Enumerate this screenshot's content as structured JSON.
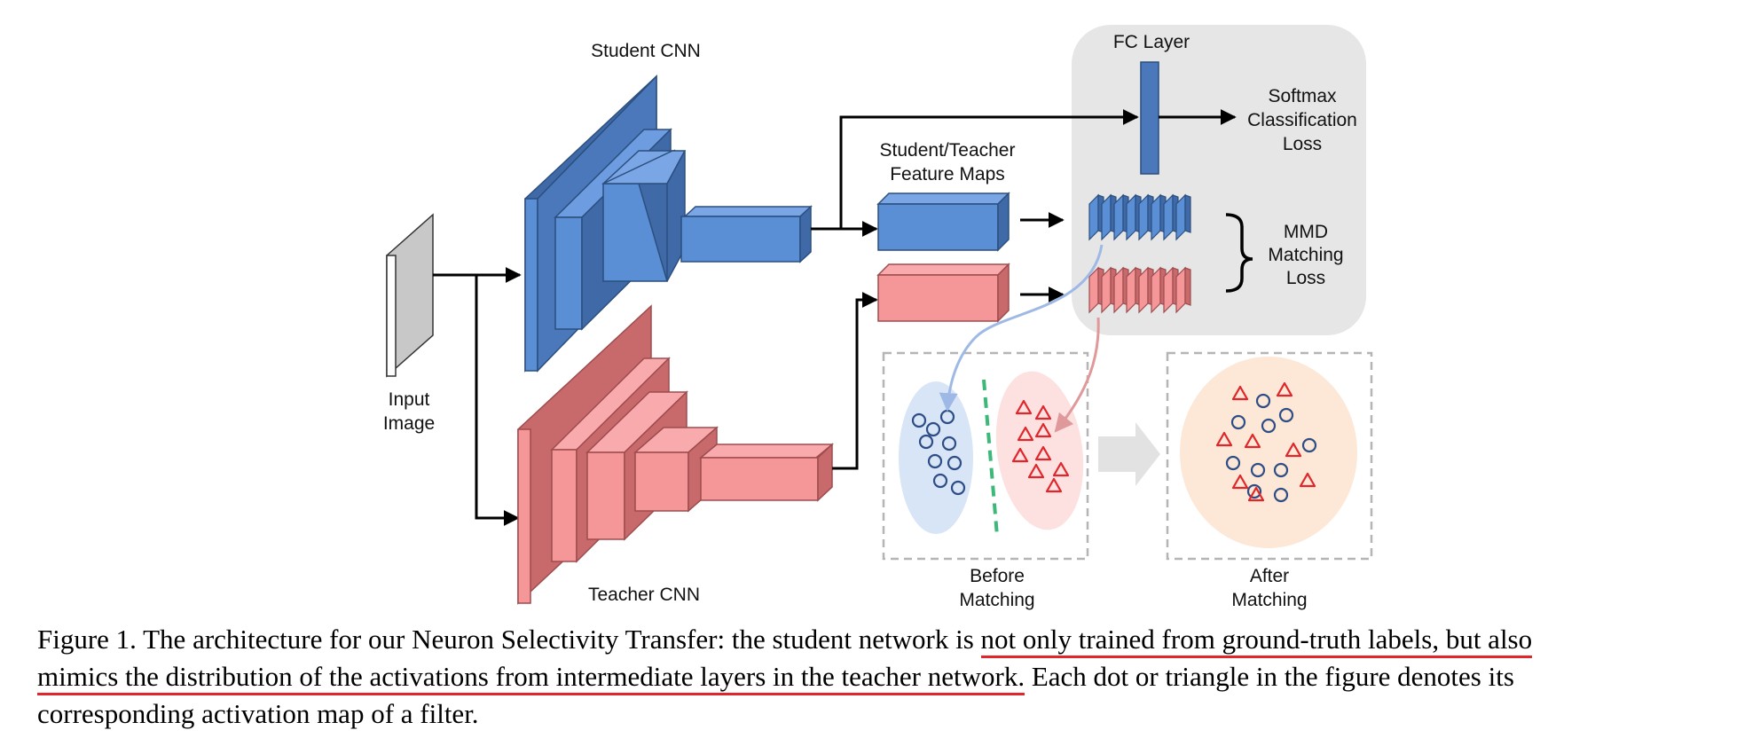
{
  "labels": {
    "input_image_l1": "Input",
    "input_image_l2": "Image",
    "student_cnn": "Student CNN",
    "teacher_cnn": "Teacher CNN",
    "feature_maps_l1": "Student/Teacher",
    "feature_maps_l2": "Feature Maps",
    "fc_layer": "FC Layer",
    "softmax_l1": "Softmax",
    "softmax_l2": "Classification",
    "softmax_l3": "Loss",
    "mmd_l1": "MMD",
    "mmd_l2": "Matching",
    "mmd_l3": "Loss",
    "before_l1": "Before",
    "before_l2": "Matching",
    "after_l1": "After",
    "after_l2": "Matching"
  },
  "caption": {
    "line1_plain": "Figure 1. The architecture for our Neuron Selectivity Transfer: the student network is ",
    "line1_underlined": "not only trained from ground-truth labels, but also",
    "line2_underlined": "mimics the distribution of the activations from intermediate layers in the teacher network.",
    "line2_plain": " Each dot or triangle in the figure denotes its",
    "line3_plain": "corresponding activation map of a filter."
  },
  "colors": {
    "student_blue": "#5a8fd6",
    "teacher_red": "#f59698",
    "panel_gray": "#e6e6e6",
    "underline_red": "#e0262a",
    "separator_green": "#3cb878"
  }
}
